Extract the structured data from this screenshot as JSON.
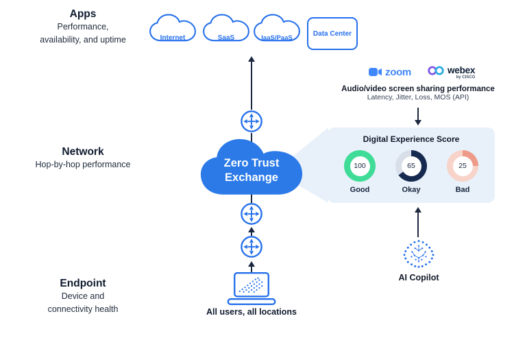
{
  "sections": {
    "apps": {
      "title": "Apps",
      "subtitle": "Performance,\navailability, and uptime"
    },
    "network": {
      "title": "Network",
      "subtitle": "Hop-by-hop performance"
    },
    "endpoint": {
      "title": "Endpoint",
      "subtitle": "Device and\nconnectivity health"
    }
  },
  "destinations": [
    {
      "label": "Internet"
    },
    {
      "label": "SaaS"
    },
    {
      "label": "IaaS/PaaS"
    },
    {
      "label": "Data Center"
    }
  ],
  "exchange": {
    "label": "Zero Trust\nExchange"
  },
  "vendors": {
    "zoom": "zoom",
    "webex": "webex",
    "webex_byline": "by CISCO"
  },
  "monitoring": {
    "title": "Audio/video screen sharing performance",
    "metrics": "Latency, Jitter, Loss, MOS (API)"
  },
  "score_panel": {
    "title": "Digital Experience Score",
    "gauges": [
      {
        "value": "100",
        "label": "Good",
        "percent": 100,
        "color": "#3edc97",
        "track": "#3edc97"
      },
      {
        "value": "65",
        "label": "Okay",
        "percent": 65,
        "color": "#16294e",
        "track": "#d9dfe9"
      },
      {
        "value": "25",
        "label": "Bad",
        "percent": 25,
        "color": "#ee9a88",
        "track": "#f7d3ca"
      }
    ]
  },
  "ai": {
    "label": "AI Copilot"
  },
  "endpoint_users": {
    "label": "All users, all locations"
  },
  "colors": {
    "brand_blue": "#2570eb",
    "exchange_fill": "#2b7ae8",
    "panel_bg": "#e8f1fa",
    "connector_line": "#1c2740",
    "zoom_blue": "#4087fc",
    "good_green": "#3edc97",
    "okay_navy": "#16294e",
    "bad_salmon": "#ee9a88"
  }
}
